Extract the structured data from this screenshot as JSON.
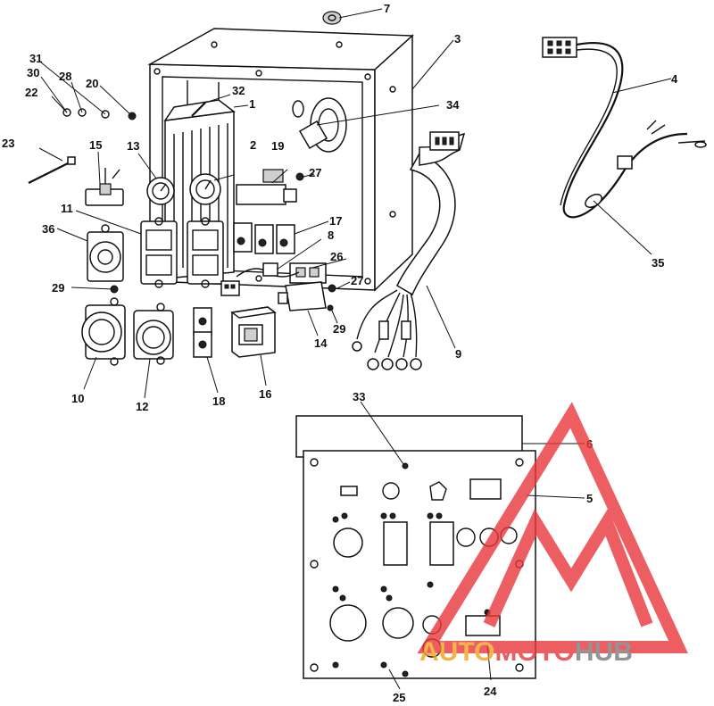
{
  "callouts": [
    "1",
    "2",
    "3",
    "4",
    "5",
    "6",
    "7",
    "8",
    "9",
    "10",
    "11",
    "12",
    "13",
    "14",
    "15",
    "16",
    "17",
    "18",
    "19",
    "20",
    "22",
    "23",
    "24",
    "25",
    "26",
    "27",
    "27",
    "28",
    "29",
    "29",
    "30",
    "31",
    "32",
    "33",
    "34",
    "35",
    "36"
  ],
  "watermark": {
    "brand_part1": "AUTO",
    "brand_part2": "MOTO",
    "brand_part3": "HUB",
    "color_red": "#e8373a",
    "color_orange": "#f3a21c",
    "color_grey": "#7a7a7a"
  }
}
